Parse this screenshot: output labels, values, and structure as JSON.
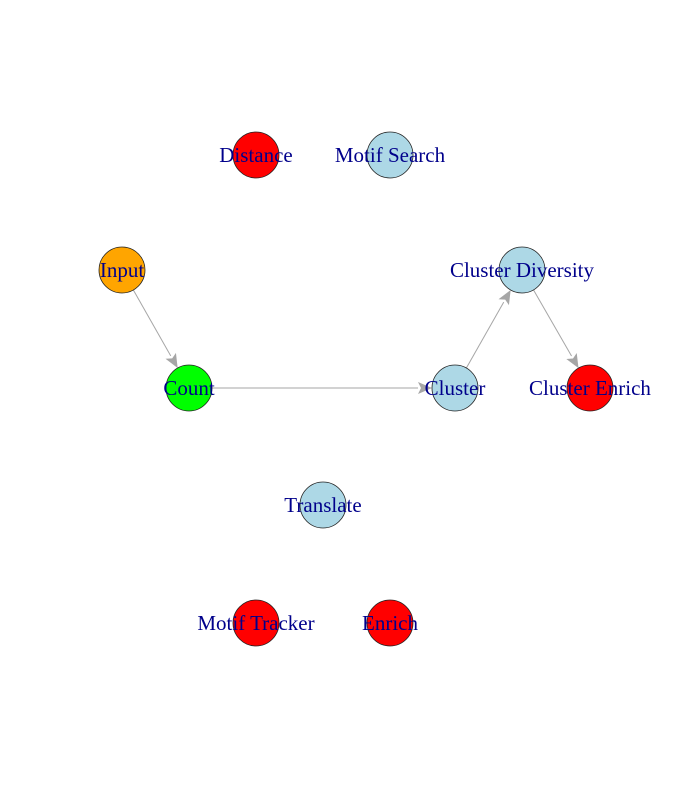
{
  "diagram": {
    "type": "directed-graph",
    "nodes": [
      {
        "id": "distance",
        "label": "Distance",
        "color": "#ff0000"
      },
      {
        "id": "motif-search",
        "label": "Motif Search",
        "color": "#add8e6"
      },
      {
        "id": "input",
        "label": "Input",
        "color": "#ffa500"
      },
      {
        "id": "cluster-diversity",
        "label": "Cluster Diversity",
        "color": "#add8e6"
      },
      {
        "id": "count",
        "label": "Count",
        "color": "#00ff00"
      },
      {
        "id": "cluster",
        "label": "Cluster",
        "color": "#add8e6"
      },
      {
        "id": "cluster-enrich",
        "label": "Cluster Enrich",
        "color": "#ff0000"
      },
      {
        "id": "translate",
        "label": "Translate",
        "color": "#add8e6"
      },
      {
        "id": "motif-tracker",
        "label": "Motif Tracker",
        "color": "#ff0000"
      },
      {
        "id": "enrich",
        "label": "Enrich",
        "color": "#ff0000"
      }
    ],
    "edges": [
      {
        "from": "input",
        "to": "count"
      },
      {
        "from": "count",
        "to": "cluster"
      },
      {
        "from": "cluster",
        "to": "cluster-diversity"
      },
      {
        "from": "cluster-diversity",
        "to": "cluster-enrich"
      }
    ],
    "edge_color": "#a6a6a6",
    "label_color": "#00008b"
  }
}
